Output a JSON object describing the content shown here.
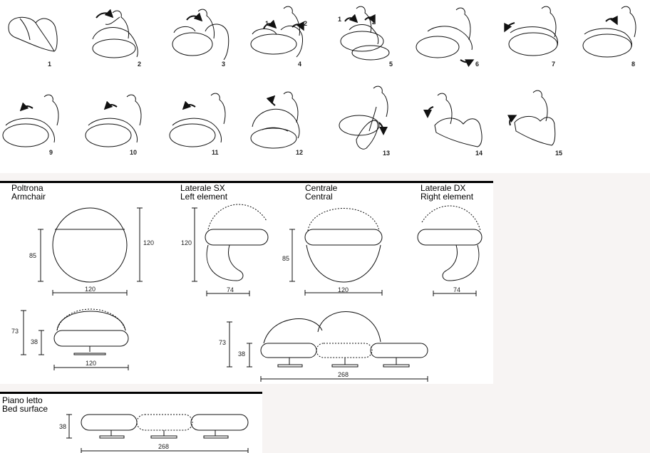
{
  "steps": [
    "1",
    "2",
    "3",
    "4",
    "5",
    "6",
    "7",
    "8",
    "9",
    "10",
    "11",
    "12",
    "13",
    "14",
    "15"
  ],
  "step_callouts": {
    "a": "1",
    "b": "2",
    "c": "1",
    "d": "2"
  },
  "sections": {
    "armchair": {
      "it": "Poltrona",
      "en": "Armchair"
    },
    "left": {
      "it": "Laterale SX",
      "en": "Left element"
    },
    "central": {
      "it": "Centrale",
      "en": "Central"
    },
    "right": {
      "it": "Laterale DX",
      "en": "Right element"
    },
    "bed": {
      "it": "Piano letto",
      "en": "Bed surface"
    }
  },
  "dims": {
    "arm_width": "120",
    "arm_height": "120",
    "arm_seat": "85",
    "left_height": "120",
    "left_width": "74",
    "central_seat": "85",
    "central_width": "120",
    "right_width": "74",
    "side_total": "73",
    "side_seat": "38",
    "side_width": "120",
    "sofa_total": "73",
    "sofa_seat": "38",
    "sofa_width": "268",
    "bed_seat": "38",
    "bed_width": "268"
  }
}
